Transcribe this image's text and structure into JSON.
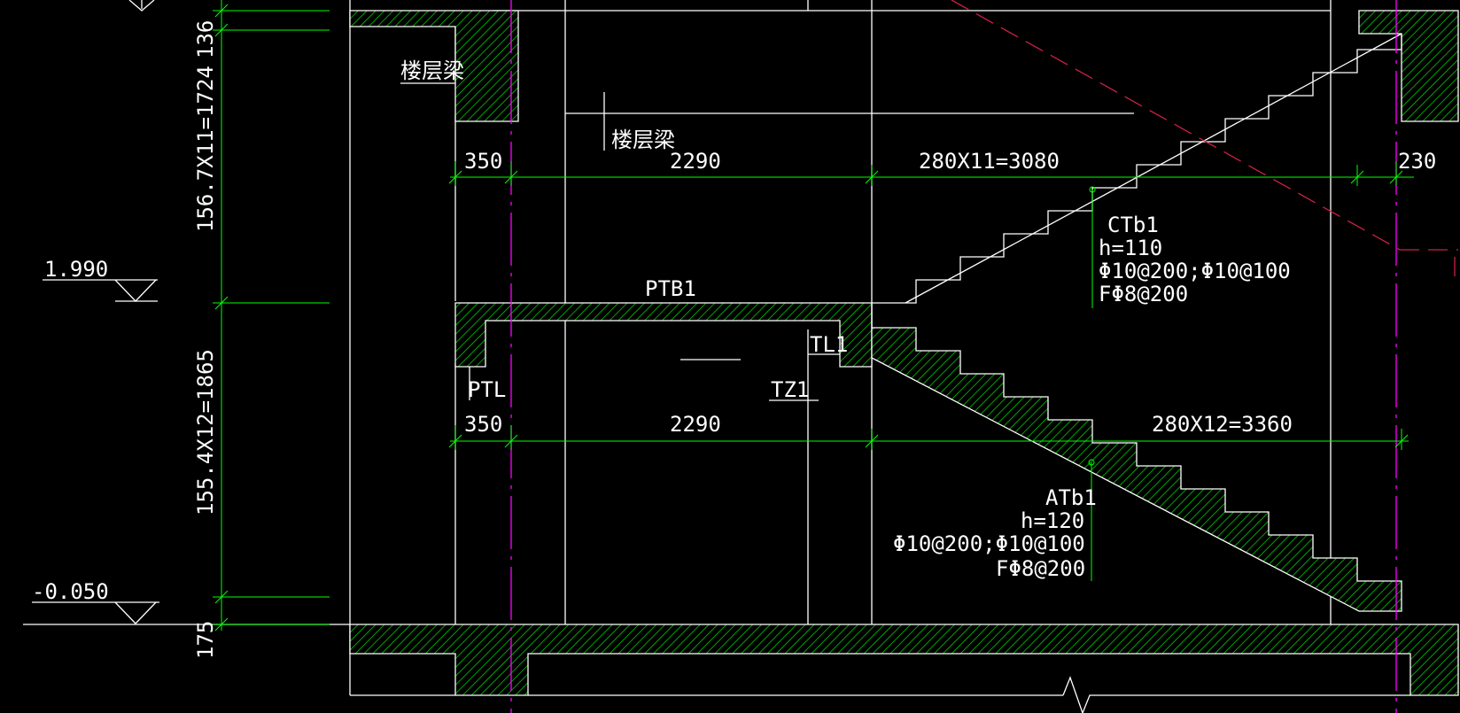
{
  "colors": {
    "background": "#000000",
    "outline": "#ffffff",
    "dimension": "#00ff00",
    "axis": "#ff00ff",
    "hatch": "#00ff00",
    "reference": "#cc2244"
  },
  "elevations": {
    "upper": "1.990",
    "lower": "-0.050"
  },
  "vertical_dims": {
    "top": "136",
    "upper_flight": "156.7X11=1724",
    "lower_flight": "155.4X12=1865",
    "slab": "175"
  },
  "upper_dims": {
    "d1": "350",
    "d2": "2290",
    "d3": "280X11=3080",
    "d4": "230"
  },
  "lower_dims": {
    "d1": "350",
    "d2": "2290",
    "d3": "280X12=3360"
  },
  "labels": {
    "floor_beam_left": "楼层梁",
    "floor_beam_center": "楼层梁",
    "ptb": "PTB1",
    "tl": "TL1",
    "ptl": "PTL",
    "tz": "TZ1"
  },
  "ctb": {
    "name": "CTb1",
    "h": "h=110",
    "rebar1": "Φ10@200;Φ10@100",
    "rebar2": "FΦ8@200"
  },
  "atb": {
    "name": "ATb1",
    "h": "h=120",
    "rebar1": "Φ10@200;Φ10@100",
    "rebar2": "FΦ8@200"
  }
}
